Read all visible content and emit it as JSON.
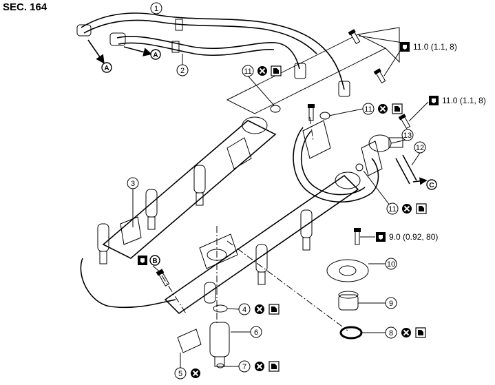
{
  "section": "SEC. 164",
  "torque_specs": [
    {
      "text": "11.0 (1.1, 8)"
    },
    {
      "text": "11.0 (1.1, 8)"
    },
    {
      "text": "9.0 (0.92, 80)"
    }
  ],
  "parts": [
    {
      "number": "1"
    },
    {
      "number": "2"
    },
    {
      "number": "3"
    },
    {
      "number": "4"
    },
    {
      "number": "5"
    },
    {
      "number": "6"
    },
    {
      "number": "7"
    },
    {
      "number": "8"
    },
    {
      "number": "9"
    },
    {
      "number": "10"
    },
    {
      "number": "11"
    },
    {
      "number": "12"
    },
    {
      "number": "13"
    }
  ],
  "arrows": {
    "a": "A",
    "b": "B",
    "c": "C"
  },
  "icons": {
    "do_not_reuse": "x-circle-icon",
    "lubricate": "oil-can-icon",
    "torque": "torque-wrench-icon"
  }
}
